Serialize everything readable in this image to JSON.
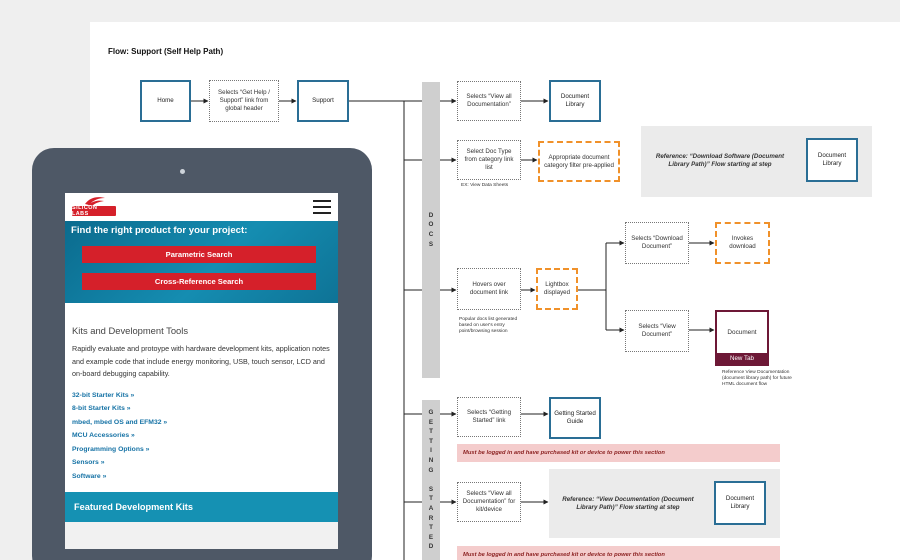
{
  "flow_title": "Flow: Support (Self Help Path)",
  "nodes": {
    "home": "Home",
    "selects_get_help": "Selects “Get Help / Support” link from global header",
    "support": "Support",
    "selects_view_all_docs": "Selects “View all Documentation”",
    "document_library_1": "Document Library",
    "select_doc_type": "Select Doc Type from category link list",
    "category_filter": "Appropriate document category filter pre-applied",
    "document_library_ref": "Document Library",
    "hovers_doc_link": "Hovers over document link",
    "lightbox": "Lightbox displayed",
    "selects_download": "Selects “Download Document”",
    "invokes_download": "Invokes download",
    "selects_view_doc": "Selects “View Document”",
    "document": "Document",
    "new_tab": "New Tab",
    "selects_getting_started": "Selects “Getting Started” link",
    "getting_started_guide": "Getting Started Guide",
    "selects_view_all_kit": "Selects “View all Documentation” for kit/device",
    "document_library_kit": "Document Library"
  },
  "notes": {
    "ex_view": "EX: View Data Sheets",
    "popular_docs": "Popular docs list generated based on user's entry point/browsing session",
    "reference_view": "Reference View Documentation (document library path) for future HTML document flow"
  },
  "references": {
    "download_software": "Reference: “Download Software (Document Library Path)” Flow starting at step",
    "view_documentation": "Reference: “View Documentation (Document Library Path)” Flow starting at step"
  },
  "sections": {
    "docs": [
      "D",
      "O",
      "C",
      "S"
    ],
    "getting_started": [
      "G",
      "E",
      "T",
      "T",
      "I",
      "N",
      "G",
      "",
      "S",
      "T",
      "A",
      "R",
      "T",
      "E",
      "D"
    ]
  },
  "warnings": {
    "first": "Must be logged in and have purchased kit or device to power this section",
    "second": "Must be logged in and have purchased kit or device to power this section"
  },
  "site": {
    "logo_text": "SILICON LABS",
    "hero_title": "Find the right product for your project:",
    "parametric_search": "Parametric Search",
    "cross_reference_search": "Cross-Reference Search",
    "kits_heading": "Kits and Development Tools",
    "kits_body": "Rapidly evaluate and protoype with hardware development kits, application notes and example code that include energy monitoring, USB, touch sensor, LCD and on-board debugging capability.",
    "links": [
      "32-bit Starter Kits »",
      "8-bit Starter Kits »",
      "mbed, mbed OS and EFM32 »",
      "MCU Accessories »",
      "Programming Options »",
      "Sensors »",
      "Software »"
    ],
    "featured_title": "Featured Development Kits"
  },
  "colors": {
    "accent_blue": "#2a6e95",
    "orange": "#f0912a",
    "maroon": "#6d1836",
    "brand_red": "#d5202a",
    "hero_teal": "#1591b3"
  }
}
